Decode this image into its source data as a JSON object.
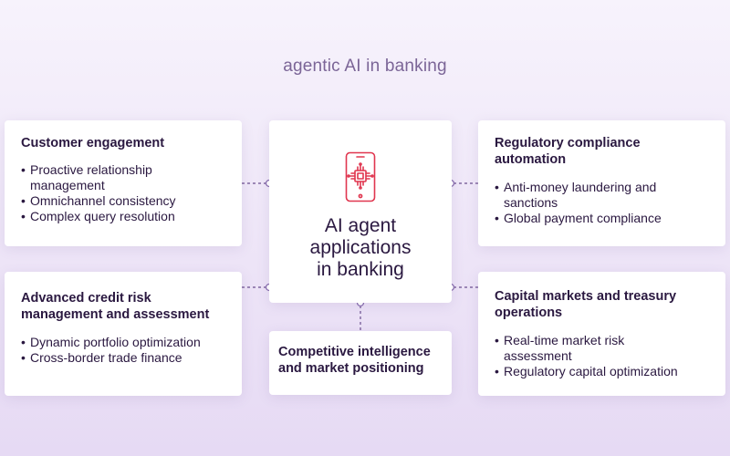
{
  "subtitle": "agentic AI in banking",
  "center": {
    "title_lines": [
      "AI agent",
      "applications",
      "in banking"
    ],
    "icon": "smartphone-chip-icon",
    "accent_color": "#e0364f"
  },
  "cards": {
    "customer_engagement": {
      "title": "Customer engagement",
      "items": [
        "Proactive relationship",
        "management",
        "Omnichannel consistency",
        "Complex query resolution"
      ]
    },
    "credit_risk": {
      "title_lines": [
        "Advanced credit risk",
        "management and assessment"
      ],
      "items": [
        "Dynamic portfolio optimization",
        "Cross-border trade finance"
      ]
    },
    "regulatory": {
      "title_lines": [
        "Regulatory compliance",
        "automation"
      ],
      "items": [
        "Anti-money laundering and",
        "sanctions",
        "Global payment compliance"
      ]
    },
    "capital_markets": {
      "title_lines": [
        "Capital markets and treasury",
        "operations"
      ],
      "items": [
        "Real-time market risk",
        "assessment",
        "Regulatory capital optimization"
      ]
    },
    "competitive": {
      "title_lines": [
        "Competitive intelligence",
        "and market positioning"
      ]
    }
  },
  "colors": {
    "text": "#2a1840",
    "subtitle": "#7b6597",
    "connector": "#9b7fc0",
    "background": "#efe7f8"
  }
}
